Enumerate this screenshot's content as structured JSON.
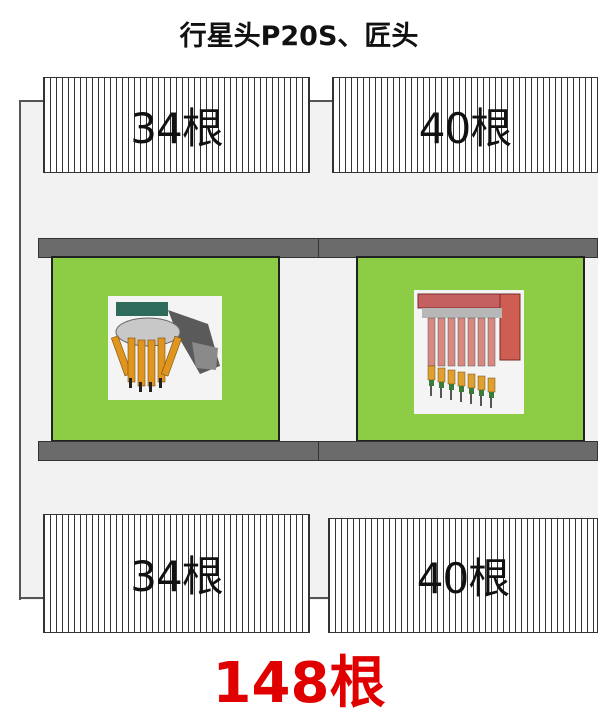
{
  "title": "行星头P20S、匠头",
  "feeders": {
    "top_left": "34根",
    "top_right": "40根",
    "bottom_left": "34根",
    "bottom_right": "40根"
  },
  "heads": {
    "left_icon": "planetary-head-image",
    "right_icon": "gang-nozzle-head-image"
  },
  "total": "148根",
  "colors": {
    "panel": "#8dcc45",
    "rail": "#6b6b6b",
    "total": "#e00000"
  }
}
